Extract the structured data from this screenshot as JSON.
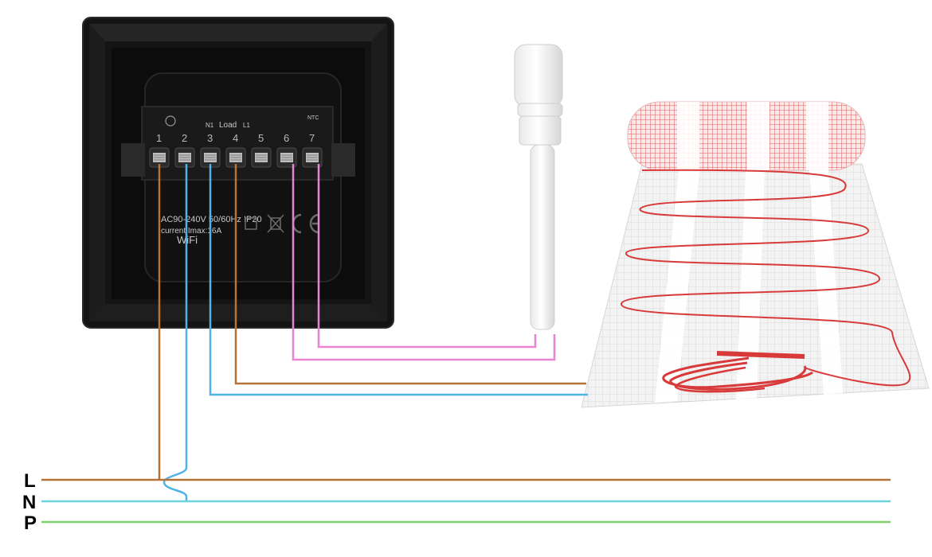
{
  "diagram": {
    "bus_lines": [
      {
        "label": "L",
        "color": "#b5733a"
      },
      {
        "label": "N",
        "color": "#6fd3dd"
      },
      {
        "label": "P",
        "color": "#7fcf6c"
      }
    ],
    "thermostat": {
      "terminals": [
        "1",
        "2",
        "3",
        "4",
        "5",
        "6",
        "7"
      ],
      "terminal_group_labels": {
        "load": "Load",
        "n1": "N1",
        "l1": "L1",
        "ntc": "NTC"
      },
      "rating_text": "AC90-240V 50/60Hz IP20",
      "current_text": "current Imax:16A",
      "wifi_text": "WiFi"
    },
    "wire_colors": {
      "live": "#b5733a",
      "neutral": "#4fb3e6",
      "sensor": "#e884d2"
    },
    "heating_mat_colors": {
      "cable": "#d83a3a",
      "mesh": "#f1f1f1",
      "tape": "#ffffff"
    }
  }
}
